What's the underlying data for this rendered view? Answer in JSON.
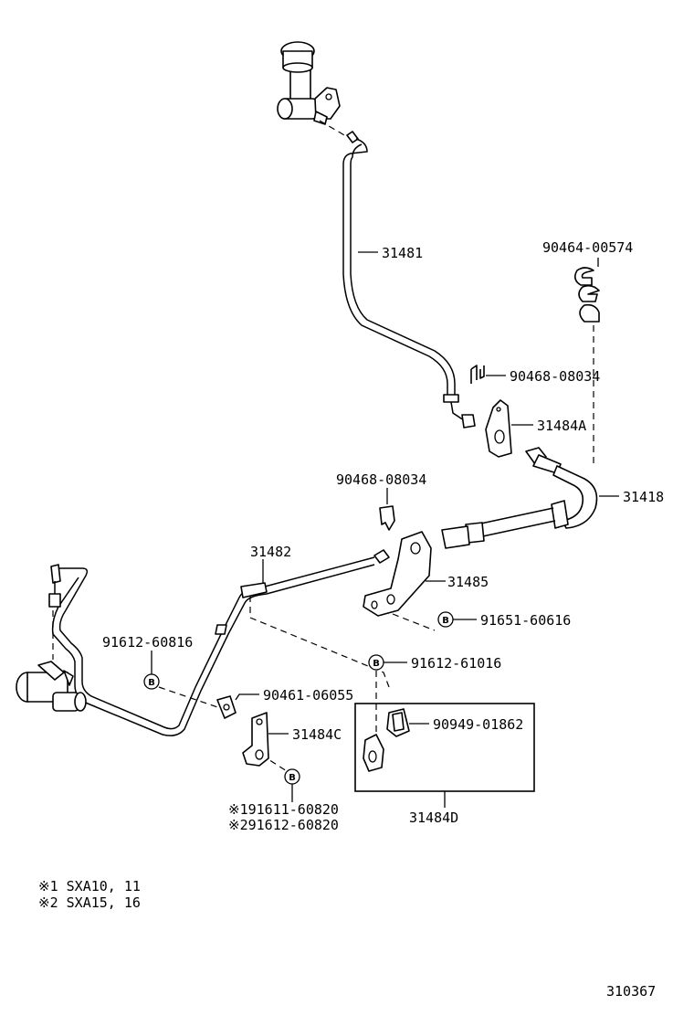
{
  "parts": {
    "p31481": "31481",
    "p90464": "90464-00574",
    "p90468a": "90468-08034",
    "p31484a": "31484A",
    "p90468b": "90468-08034",
    "p31418": "31418",
    "p31482": "31482",
    "p31485": "31485",
    "p91651": "91651-60616",
    "p91612a": "91612-60816",
    "p91612b": "91612-61016",
    "p90461": "90461-06055",
    "p90949": "90949-01862",
    "p31484c": "31484C",
    "p191611": "※191611-60820",
    "p291612": "※291612-60820",
    "p31484d": "31484D"
  },
  "bolt_mark": "B",
  "notes": {
    "n1": "※1 SXA10, 11",
    "n2": "※2 SXA15, 16"
  },
  "diagram_id": "310367"
}
